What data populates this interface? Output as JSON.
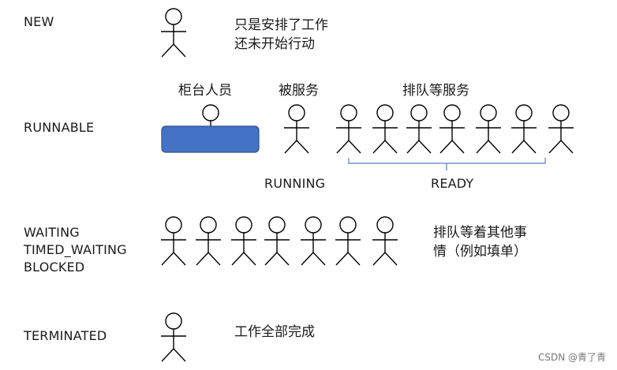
{
  "states": {
    "new": "NEW",
    "runnable": "RUNNABLE",
    "waiting": "WAITING",
    "timed_waiting": "TIMED_WAITING",
    "blocked": "BLOCKED",
    "terminated": "TERMINATED"
  },
  "notes": {
    "new_line1": "只是安排了工作",
    "new_line2": "还未开始行动",
    "counter_staff": "柜台人员",
    "being_served": "被服务",
    "queue_for_service": "排队等服务",
    "running": "RUNNING",
    "ready": "READY",
    "waiting_line1": "排队等着其他事",
    "waiting_line2": "情（例如填单）",
    "terminated_note": "工作全部完成"
  },
  "watermark": "CSDN @青了青",
  "colors": {
    "counter": "#4472C4",
    "counter_border": "#2F528F",
    "bracket": "#5B7FC4",
    "stroke": "#000000"
  }
}
